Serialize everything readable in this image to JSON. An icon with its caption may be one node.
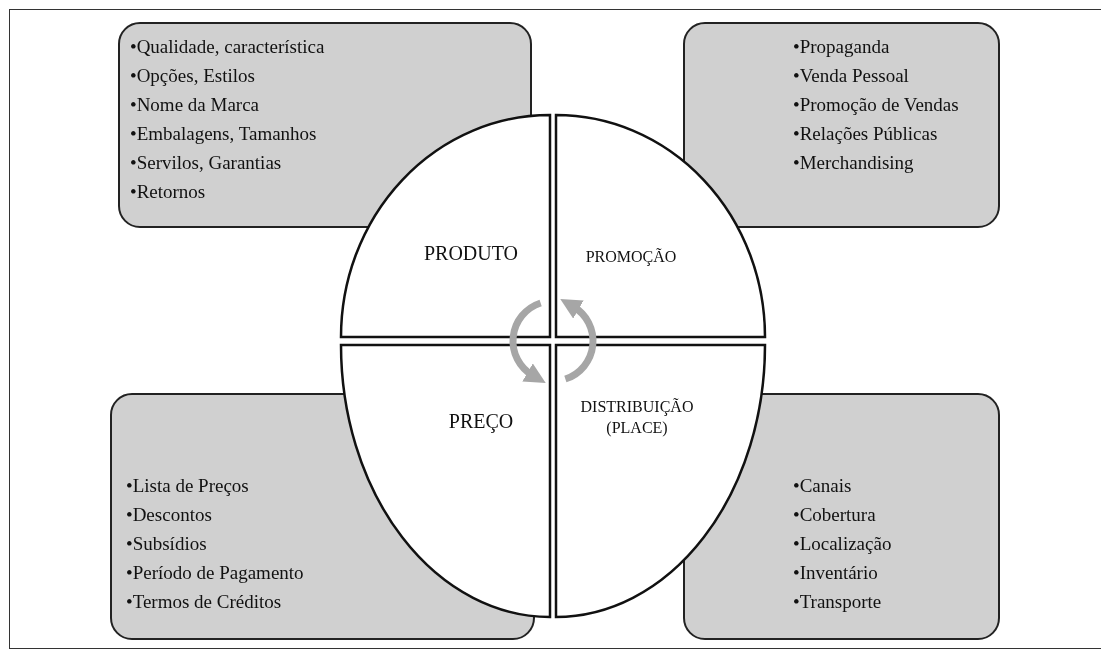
{
  "diagram": {
    "nodes": [
      {
        "text": [
          "•Qualidade, característica",
          "•Opções, Estilos",
          "•Nome da Marca",
          "•Embalagens, Tamanhos",
          "•Servilos, Garantias",
          "•Retornos"
        ]
      },
      {
        "text": [
          "•Propaganda",
          "•Venda Pessoal",
          "•Promoção de Vendas",
          "•Relações Públicas",
          "•Merchandising"
        ]
      },
      {
        "text": [
          "•Lista de Preços",
          "•Descontos",
          "•Subsídios",
          "•Período de Pagamento",
          "•Termos de Créditos"
        ]
      },
      {
        "text": [
          "•Canais",
          "•Cobertura",
          "•Localização",
          "•Inventário",
          "•Transporte"
        ]
      },
      {
        "text": [
          "PRODUTO"
        ]
      },
      {
        "text": [
          "PROMOÇÃO"
        ]
      },
      {
        "text": [
          "PREÇO"
        ]
      },
      {
        "text": [
          "DISTRIBUIÇÃO (PLACE)"
        ]
      }
    ],
    "edges": [
      {
        "from": 4,
        "to": 6,
        "arrow": "to"
      },
      {
        "from": 7,
        "to": 5,
        "arrow": "to"
      }
    ]
  }
}
